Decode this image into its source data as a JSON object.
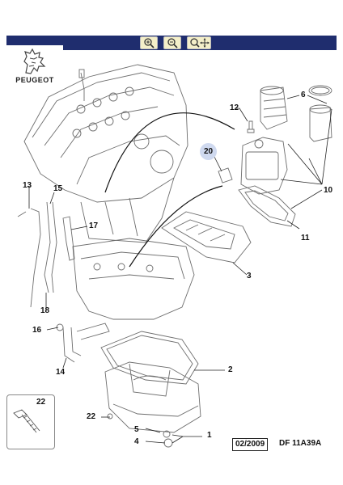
{
  "brand": {
    "name": "PEUGEOT"
  },
  "toolbar": {
    "background": "#1f2d6e",
    "buttons": [
      {
        "icon": "zoom-in-icon"
      },
      {
        "icon": "zoom-out-icon"
      },
      {
        "icon": "zoom-move-icon"
      }
    ]
  },
  "callouts": {
    "c1": "1",
    "c2": "2",
    "c3": "3",
    "c4": "4",
    "c5": "5",
    "c6": "6",
    "c10": "10",
    "c11": "11",
    "c12": "12",
    "c13": "13",
    "c14": "14",
    "c15": "15",
    "c16": "16",
    "c17": "17",
    "c18": "18",
    "c20": "20",
    "c22": "22",
    "c22inset": "22"
  },
  "highlight_color": "#cfd9ef",
  "footer": {
    "date": "02/2009",
    "reference": "DF 11A39A"
  }
}
